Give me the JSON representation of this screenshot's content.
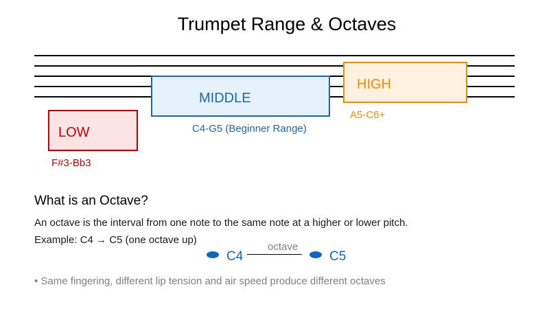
{
  "title": "Trumpet Range & Octaves",
  "ranges": {
    "low": {
      "label": "LOW",
      "notes": "F#3-Bb3"
    },
    "middle": {
      "label": "MIDDLE",
      "notes": "C4-G5 (Beginner Range)"
    },
    "high": {
      "label": "HIGH",
      "notes": "A5-C6+"
    }
  },
  "colors": {
    "low": "#c00000",
    "middle": "#1b66b1",
    "high": "#ee8c00",
    "note": "#0c66c6"
  },
  "octave_section": {
    "heading": "What is an Octave?",
    "definition": "An octave is the interval from one note to the same note at a higher or lower pitch.",
    "example": "Example: C4 → C5 (one octave up)",
    "from_note": "C4",
    "to_note": "C5",
    "connector_label": "octave",
    "bullet": "• Same fingering, different lip tension and air speed produce different octaves"
  }
}
